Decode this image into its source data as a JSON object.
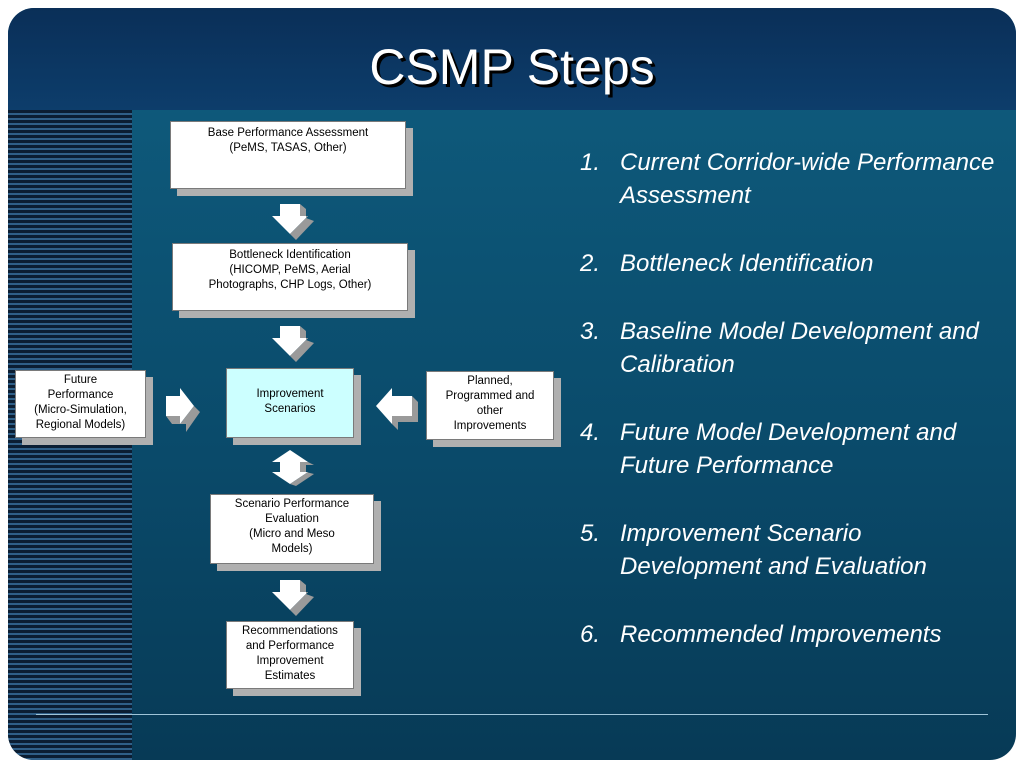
{
  "title": "CSMP Steps",
  "flow": {
    "base": [
      "Base Performance Assessment",
      "(PeMS, TASAS, Other)"
    ],
    "bottleneck": [
      "Bottleneck Identification",
      "(HICOMP, PeMS, Aerial",
      "Photographs, CHP Logs, Other)"
    ],
    "future": [
      "Future",
      "Performance",
      "(Micro-Simulation,",
      "Regional Models)"
    ],
    "improvement": [
      "Improvement",
      "Scenarios"
    ],
    "planned": [
      "Planned,",
      "Programmed and",
      "other",
      "Improvements"
    ],
    "evaluation": [
      "Scenario Performance",
      "Evaluation",
      "(Micro and Meso",
      "Models)"
    ],
    "recommendations": [
      "Recommendations",
      "and Performance",
      "Improvement",
      "Estimates"
    ]
  },
  "steps": [
    {
      "num": "1.",
      "text": "Current Corridor-wide Performance Assessment"
    },
    {
      "num": "2.",
      "text": "Bottleneck Identification"
    },
    {
      "num": "3.",
      "text": "Baseline Model Development and Calibration"
    },
    {
      "num": "4.",
      "text": "Future Model Development and Future Performance"
    },
    {
      "num": "5.",
      "text": "Improvement Scenario Development and Evaluation"
    },
    {
      "num": "6.",
      "text": "Recommended Improvements"
    }
  ]
}
